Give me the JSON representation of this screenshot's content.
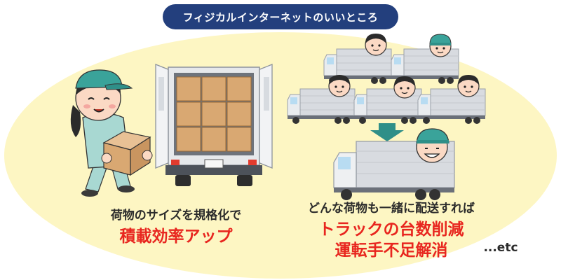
{
  "title": "フィジカルインターネットのいいところ",
  "left_caption": {
    "line1": "荷物のサイズを規格化で",
    "highlight": "積載効率アップ"
  },
  "right_caption": {
    "line1": "どんな荷物も一緒に配送すれば",
    "highlight1": "トラックの台数削減",
    "highlight2": "運転手不足解消"
  },
  "etc": "...etc",
  "colors": {
    "background_blob": "#fdf6c3",
    "title_pill": "#233f7d",
    "highlight_red": "#e8261f",
    "uniform": "#a8d8d2",
    "cap": "#2f8f88",
    "box": "#d9a872",
    "arrow": "#2f8f88"
  }
}
